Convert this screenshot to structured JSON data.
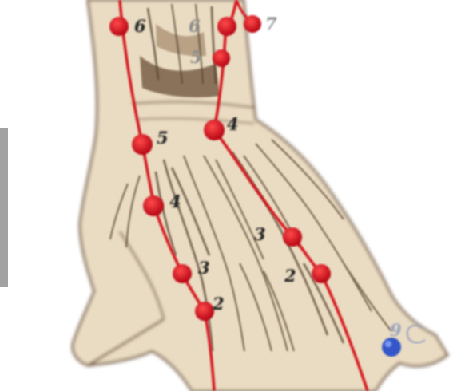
{
  "colors": {
    "background": "#ffffff",
    "skin": "#efe3cc",
    "tendon": "#5a4634",
    "meridian": "#d6141e",
    "point": "#c8101a",
    "label_dark": "#222222",
    "label_light": "#8a8a8a",
    "special_point": "#3457c8"
  },
  "points": [
    {
      "id": "l6",
      "label": "6",
      "tone": "dark"
    },
    {
      "id": "m6",
      "label": "6",
      "tone": "light"
    },
    {
      "id": "r7",
      "label": "7",
      "tone": "light"
    },
    {
      "id": "m5",
      "label": "5",
      "tone": "light"
    },
    {
      "id": "l5",
      "label": "5",
      "tone": "dark"
    },
    {
      "id": "m4",
      "label": "4",
      "tone": "dark"
    },
    {
      "id": "l4",
      "label": "4",
      "tone": "dark"
    },
    {
      "id": "r3",
      "label": "3",
      "tone": "dark"
    },
    {
      "id": "l3",
      "label": "3",
      "tone": "dark"
    },
    {
      "id": "r2",
      "label": "2",
      "tone": "dark"
    },
    {
      "id": "l2",
      "label": "2",
      "tone": "dark"
    }
  ]
}
